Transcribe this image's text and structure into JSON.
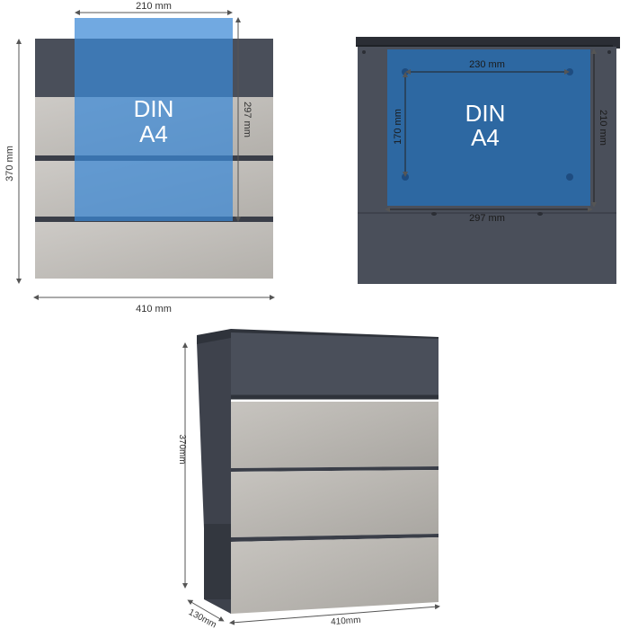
{
  "colors": {
    "anthracite": "#4a4f5a",
    "anthracite_dark": "#3a3e48",
    "steel": "#bdbab5",
    "steel_light": "#cfccc8",
    "din_blue": "#3a88d6",
    "din_blue_back": "#2a6aa8"
  },
  "front_view": {
    "width_label": "410 mm",
    "height_label": "370 mm",
    "din_width_label": "210 mm",
    "din_height_label": "297 mm",
    "din_line1": "DIN",
    "din_line2": "A4"
  },
  "back_view": {
    "inner_width_label": "230 mm",
    "inner_height_label": "170 mm",
    "din_width_label": "297 mm",
    "din_height_label": "210 mm",
    "din_line1": "DIN",
    "din_line2": "A4"
  },
  "perspective_view": {
    "height_label": "370mm",
    "width_label": "410mm",
    "depth_label": "130mm"
  }
}
